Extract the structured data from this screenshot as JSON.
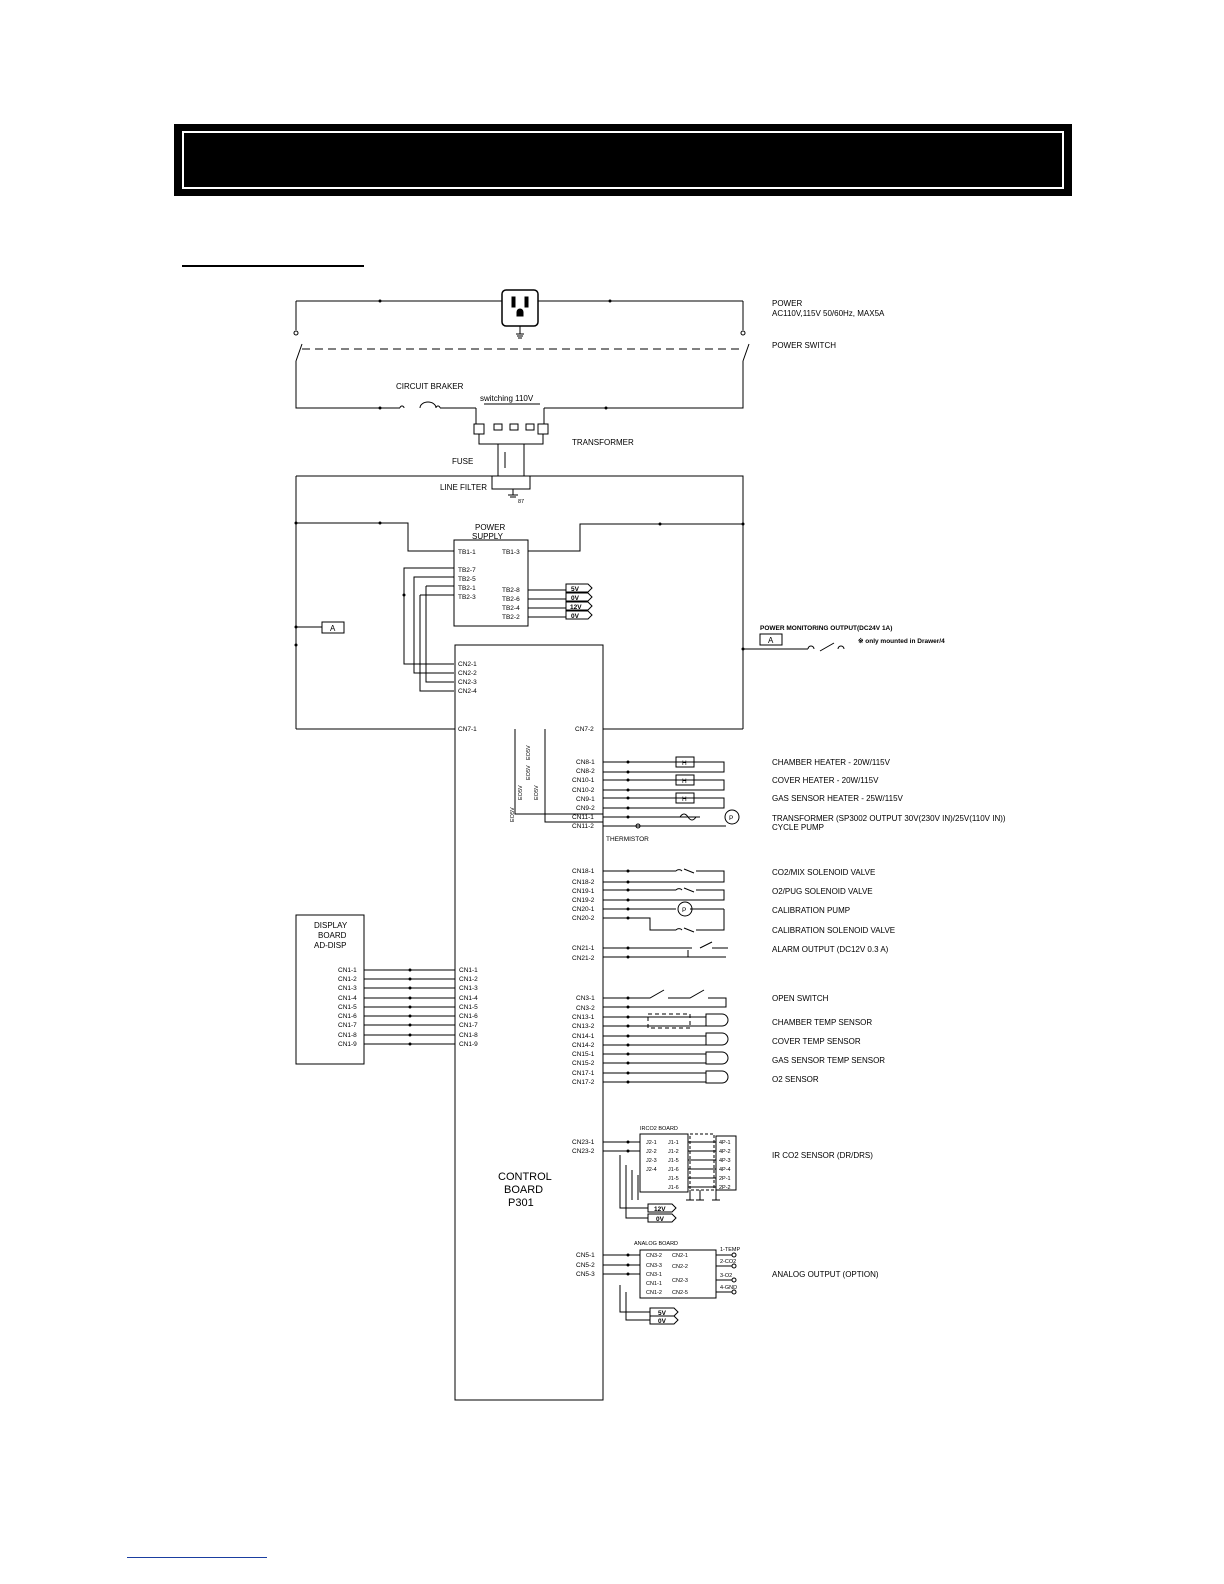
{
  "labels": {
    "power": "POWER",
    "power_spec": "AC110V,115V 50/60Hz, MAX5A",
    "power_switch": "POWER SWITCH",
    "circuit_braker": "CIRCUIT BRAKER",
    "switching": "switching 110V",
    "transformer": "TRANSFORMER",
    "fuse": "FUSE",
    "line_filter": "LINE FILTER",
    "ground_ref": "87",
    "power_supply_1": "POWER",
    "power_supply_2": "SUPPLY",
    "monitor_output": "POWER MONITORING OUTPUT(DC24V 1A)",
    "monitor_note": "※ only mounted in Drawer/4",
    "monitor_terminal": "A",
    "left_terminal": "A",
    "thermistor": "THERMISTOR",
    "display_board_1": "DISPLAY",
    "display_board_2": "BOARD",
    "display_board_3": "AD-DISP",
    "control_board_1": "CONTROL",
    "control_board_2": "BOARD",
    "control_board_3": "P301",
    "irco2_board": "IRCO2 BOARD",
    "analog_board": "ANALOG BOARD",
    "heater_symbol": "H",
    "pump_symbol": "P"
  },
  "power_supply_pins": {
    "left": [
      "TB1-1",
      "TB2-7",
      "TB2-5",
      "TB2-1",
      "TB2-3"
    ],
    "right": [
      "TB1-3",
      "TB2-8",
      "TB2-6",
      "TB2-4",
      "TB2-2"
    ],
    "outputs": [
      "5V",
      "0V",
      "12V",
      "0V"
    ]
  },
  "cn2_pins": [
    "CN2-1",
    "CN2-2",
    "CN2-3",
    "CN2-4"
  ],
  "cn7_pins": [
    "CN7-1",
    "CN7-2"
  ],
  "heater_pins": [
    "CN8-1",
    "CN8-2",
    "CN10-1",
    "CN10-2",
    "CN9-1",
    "CN9-2",
    "CN11-1",
    "CN11-2"
  ],
  "heater_wire_labels": [
    "EO5V",
    "EO5V",
    "EO5V",
    "EO5V",
    "EO5V"
  ],
  "heater_labels": [
    "CHAMBER HEATER - 20W/115V",
    "COVER HEATER - 20W/115V",
    "GAS SENSOR HEATER - 25W/115V",
    "TRANSFORMER (SP3002 OUTPUT 30V(230V IN)/25V(110V IN))",
    "CYCLE PUMP"
  ],
  "valve_pins": [
    "CN18-1",
    "CN18-2",
    "CN19-1",
    "CN19-2",
    "CN20-1",
    "CN20-2",
    "CN21-1",
    "CN21-2"
  ],
  "valve_labels": [
    "CO2/MIX SOLENOID VALVE",
    "O2/PUG SOLENOID VALVE",
    "CALIBRATION PUMP",
    "CALIBRATION SOLENOID VALVE",
    "ALARM OUTPUT (DC12V 0.3 A)"
  ],
  "sensor_pins": [
    "CN3-1",
    "CN3-2",
    "CN13-1",
    "CN13-2",
    "CN14-1",
    "CN14-2",
    "CN15-1",
    "CN15-2",
    "CN17-1",
    "CN17-2"
  ],
  "sensor_labels": [
    "OPEN SWITCH",
    "CHAMBER TEMP SENSOR",
    "COVER TEMP SENSOR",
    "GAS SENSOR TEMP SENSOR",
    "O2 SENSOR"
  ],
  "display_pins": [
    "CN1-1",
    "CN1-2",
    "CN1-3",
    "CN1-4",
    "CN1-5",
    "CN1-6",
    "CN1-7",
    "CN1-8",
    "CN1-9"
  ],
  "irco2": {
    "cn_pins": [
      "CN23-1",
      "CN23-2"
    ],
    "j2_pins": [
      "J2-1",
      "J2-2",
      "J2-3",
      "J2-4"
    ],
    "j1_pins": [
      "J1-1",
      "J1-2",
      "J1-5",
      "J1-6",
      "J1-5",
      "J1-6"
    ],
    "sensor_pins": [
      "4P-1",
      "4P-2",
      "4P-3",
      "4P-4",
      "2P-1",
      "2P-2"
    ],
    "supplies": [
      "12V",
      "0V"
    ],
    "label": "IR CO2 SENSOR (DR/DRS)"
  },
  "analog": {
    "cn_pins": [
      "CN5-1",
      "CN5-2",
      "CN5-3"
    ],
    "board_left": [
      "CN3-2",
      "CN3-3",
      "CN3-1",
      "CN1-1",
      "CN1-2"
    ],
    "board_right": [
      "CN2-1",
      "CN2-2",
      "CN2-3",
      "CN2-5"
    ],
    "outputs": [
      "1-TEMP",
      "2-CO2",
      "3-O2",
      "4-GND"
    ],
    "supplies": [
      "5V",
      "0V"
    ],
    "label": "ANALOG OUTPUT (OPTION)"
  }
}
